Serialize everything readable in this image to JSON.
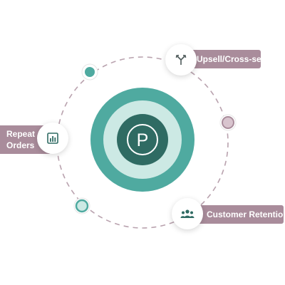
{
  "hub": {
    "logo_letter": "P",
    "logo_icon": "p-logo-icon"
  },
  "nodes": {
    "upsell": {
      "label": "Upsell/Cross-sell",
      "icon": "branch-arrows-icon"
    },
    "repeat": {
      "label_line1": "Repeat",
      "label_line2": "Orders",
      "icon": "bar-chart-icon"
    },
    "retention": {
      "label": "Customer Retention",
      "icon": "people-group-icon"
    }
  },
  "colors": {
    "teal_outer": "#4faaa0",
    "teal_mid_ring": "#cce9e4",
    "teal_center": "#2f6b63",
    "mauve": "#a98c9b",
    "dash": "#b9a2ae",
    "dot_mauve_fill": "#d8c4ce"
  }
}
